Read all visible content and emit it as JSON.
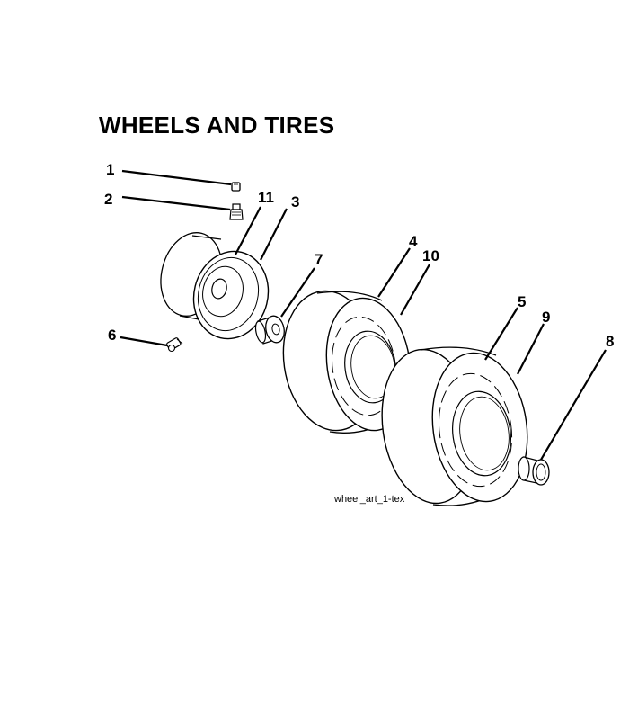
{
  "title": "WHEELS AND TIRES",
  "art_ref": "wheel_art_1-tex",
  "callouts": {
    "c1": "1",
    "c2": "2",
    "c3": "3",
    "c4": "4",
    "c5": "5",
    "c6": "6",
    "c7": "7",
    "c8": "8",
    "c9": "9",
    "c10": "10",
    "c11": "11"
  }
}
